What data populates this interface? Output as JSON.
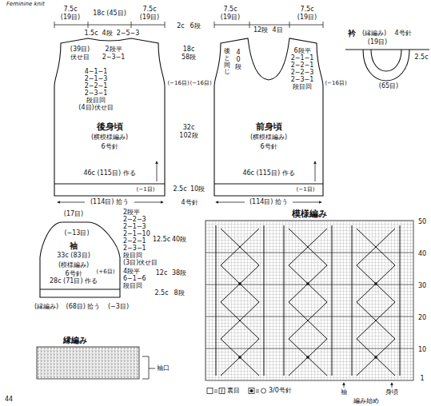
{
  "diagram": {
    "nodes": [
      {
        "text": [
          "後身頃",
          "(横模様編み)",
          "6号針"
        ]
      },
      {
        "text": [
          "前身頃",
          "(横模様編み)",
          "6号針"
        ]
      },
      {
        "text": [
          "袖",
          "(模様編み)",
          "6号針"
        ]
      },
      {
        "text": [
          "衿",
          "(縁編み)",
          "4号針"
        ]
      },
      {
        "text": [
          "模様編み"
        ]
      },
      {
        "text": [
          "縁編み"
        ]
      }
    ],
    "labels": [
      "Feminine knit",
      "7.5c",
      "(19目)",
      "18c (45目)",
      "7.5c",
      "(19目)",
      "1.5c",
      "4段",
      "2−5−3",
      "(39目)",
      "伏せ目",
      "2段平",
      "2−3−1",
      "4−1−1",
      "2−1−3",
      "2−2−1",
      "2−3−1",
      "段目回",
      "(4目)伏せ目",
      "(−16目)",
      "2c",
      "6段",
      "18c",
      "58段",
      "32c",
      "102段",
      "2.5c",
      "10段",
      "46c (115目) 作る",
      "(−1目)",
      "(114目) 拾う",
      "4号針",
      "7.5c",
      "(19目)",
      "7.5c",
      "(19目)",
      "12段",
      "4目",
      "後と同じ",
      "40段",
      "6段平",
      "2−1−1",
      "2−2−1",
      "2−2−3",
      "2−3−1",
      "段目回",
      "(−16目)",
      "(−16目)",
      "46c (115目) 作る",
      "(−1目)",
      "(114目) 拾う",
      "(19目)",
      "2.5c",
      "(65目)",
      "(17目)",
      "(−13目)",
      "33c (83目)",
      "28c (71目) 作る",
      "(+6目)",
      "2段平",
      "2−2−3",
      "2−1−3",
      "2−1−10",
      "2−2−1",
      "2−3−1",
      "段目回",
      "(3目)伏せ目",
      "4段平",
      "6−1−6",
      "段目回",
      "12.5c",
      "40段",
      "12c",
      "38段",
      "2.5c",
      "8段",
      "(縁編み)",
      "(68目) 拾う",
      "(−3目)",
      "袖口",
      "50",
      "40",
      "30",
      "20",
      "10",
      "1",
      "袖",
      "身頃",
      "編み始め",
      "44"
    ],
    "legend": [
      {
        "text": "裏目"
      },
      {
        "text": "3/0号針"
      }
    ]
  }
}
